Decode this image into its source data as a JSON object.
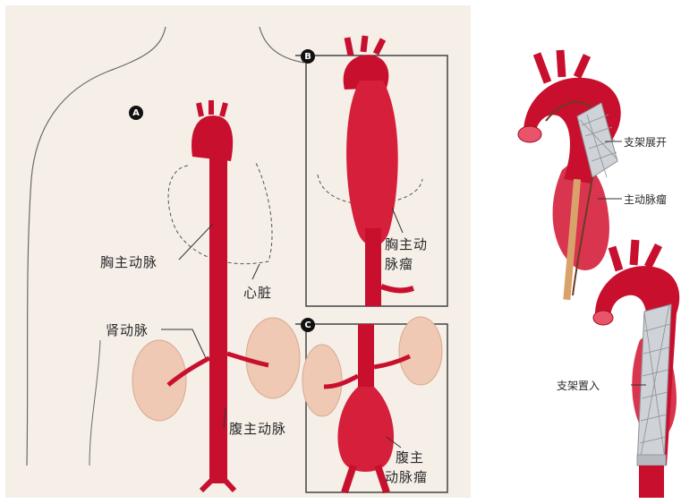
{
  "markers": {
    "a": "A",
    "b": "B",
    "c": "C"
  },
  "labels": {
    "thoracic_aorta": "胸主动脉",
    "heart": "心脏",
    "renal_artery": "肾动脉",
    "abdominal_aorta": "腹主动脉",
    "thoracic_aneurysm_line1": "胸主动",
    "thoracic_aneurysm_line2": "脉瘤",
    "abdominal_aneurysm_line1": "腹主",
    "abdominal_aneurysm_line2": "动脉瘤",
    "stent_deploy": "支架展开",
    "aortic_aneurysm": "主动脉瘤",
    "stent_placed": "支架置入"
  },
  "colors": {
    "aorta": "#c8102e",
    "aorta_dark": "#9e0b22",
    "skin": "#f5efe8",
    "kidney": "#efc9b3",
    "aneurysm": "#d51f3b"
  }
}
